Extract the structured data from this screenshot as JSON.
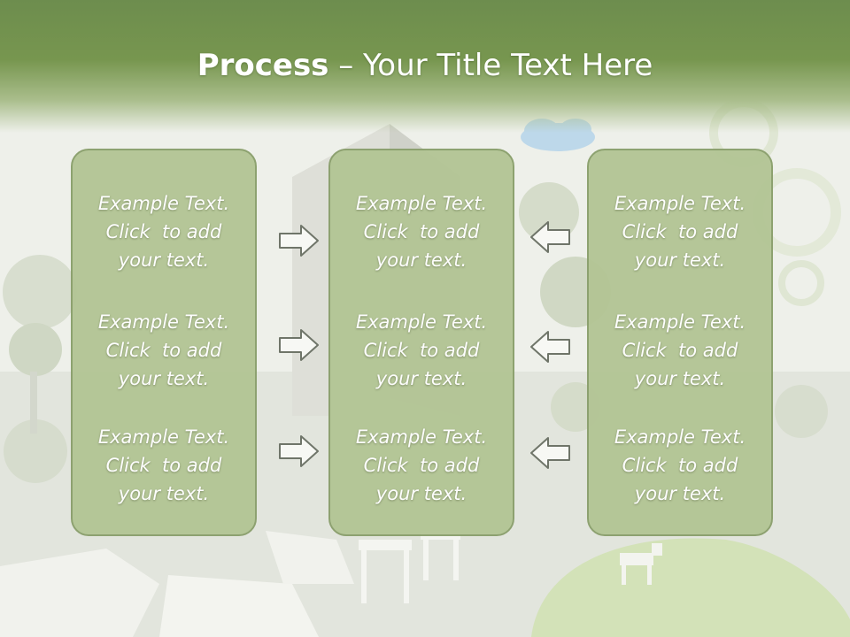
{
  "slide": {
    "title_bold": "Process",
    "title_rest": " – Your Title Text Here"
  },
  "panels": [
    {
      "items": [
        {
          "l1": "Example Text.",
          "l2": "Click  to add",
          "l3": "your text."
        },
        {
          "l1": "Example Text.",
          "l2": "Click  to add",
          "l3": "your text."
        },
        {
          "l1": "Example Text.",
          "l2": "Click  to add",
          "l3": "your text."
        }
      ]
    },
    {
      "items": [
        {
          "l1": "Example Text.",
          "l2": "Click  to add",
          "l3": "your text."
        },
        {
          "l1": "Example Text.",
          "l2": "Click  to add",
          "l3": "your text."
        },
        {
          "l1": "Example Text.",
          "l2": "Click  to add",
          "l3": "your text."
        }
      ]
    },
    {
      "items": [
        {
          "l1": "Example Text.",
          "l2": "Click  to add",
          "l3": "your text."
        },
        {
          "l1": "Example Text.",
          "l2": "Click  to add",
          "l3": "your text."
        },
        {
          "l1": "Example Text.",
          "l2": "Click  to add",
          "l3": "your text."
        }
      ]
    }
  ],
  "colors": {
    "header": "#77964f",
    "panel_fill": "#b3c595",
    "panel_border": "#8a9f6c",
    "text": "#ffffff"
  },
  "icons": {
    "arrow_right": "arrow-right-icon",
    "arrow_left": "arrow-left-icon"
  }
}
